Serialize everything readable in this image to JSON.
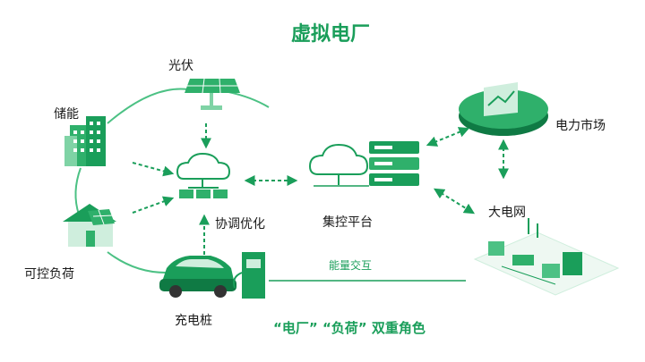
{
  "title": "虚拟电厂",
  "labels": {
    "solar": "光伏",
    "storage": "储能",
    "controllable_load": "可控负荷",
    "charging_pile": "充电桩",
    "coordination": "协调优化",
    "central_platform": "集控平台",
    "power_market": "电力市场",
    "grid": "大电网",
    "energy_exchange": "能量交互"
  },
  "slogan": "“电厂” “负荷” 双重角色",
  "colors": {
    "primary": "#1a9e5a",
    "light": "#cfeedd",
    "mid": "#4cc184",
    "dark": "#0f7a44"
  }
}
